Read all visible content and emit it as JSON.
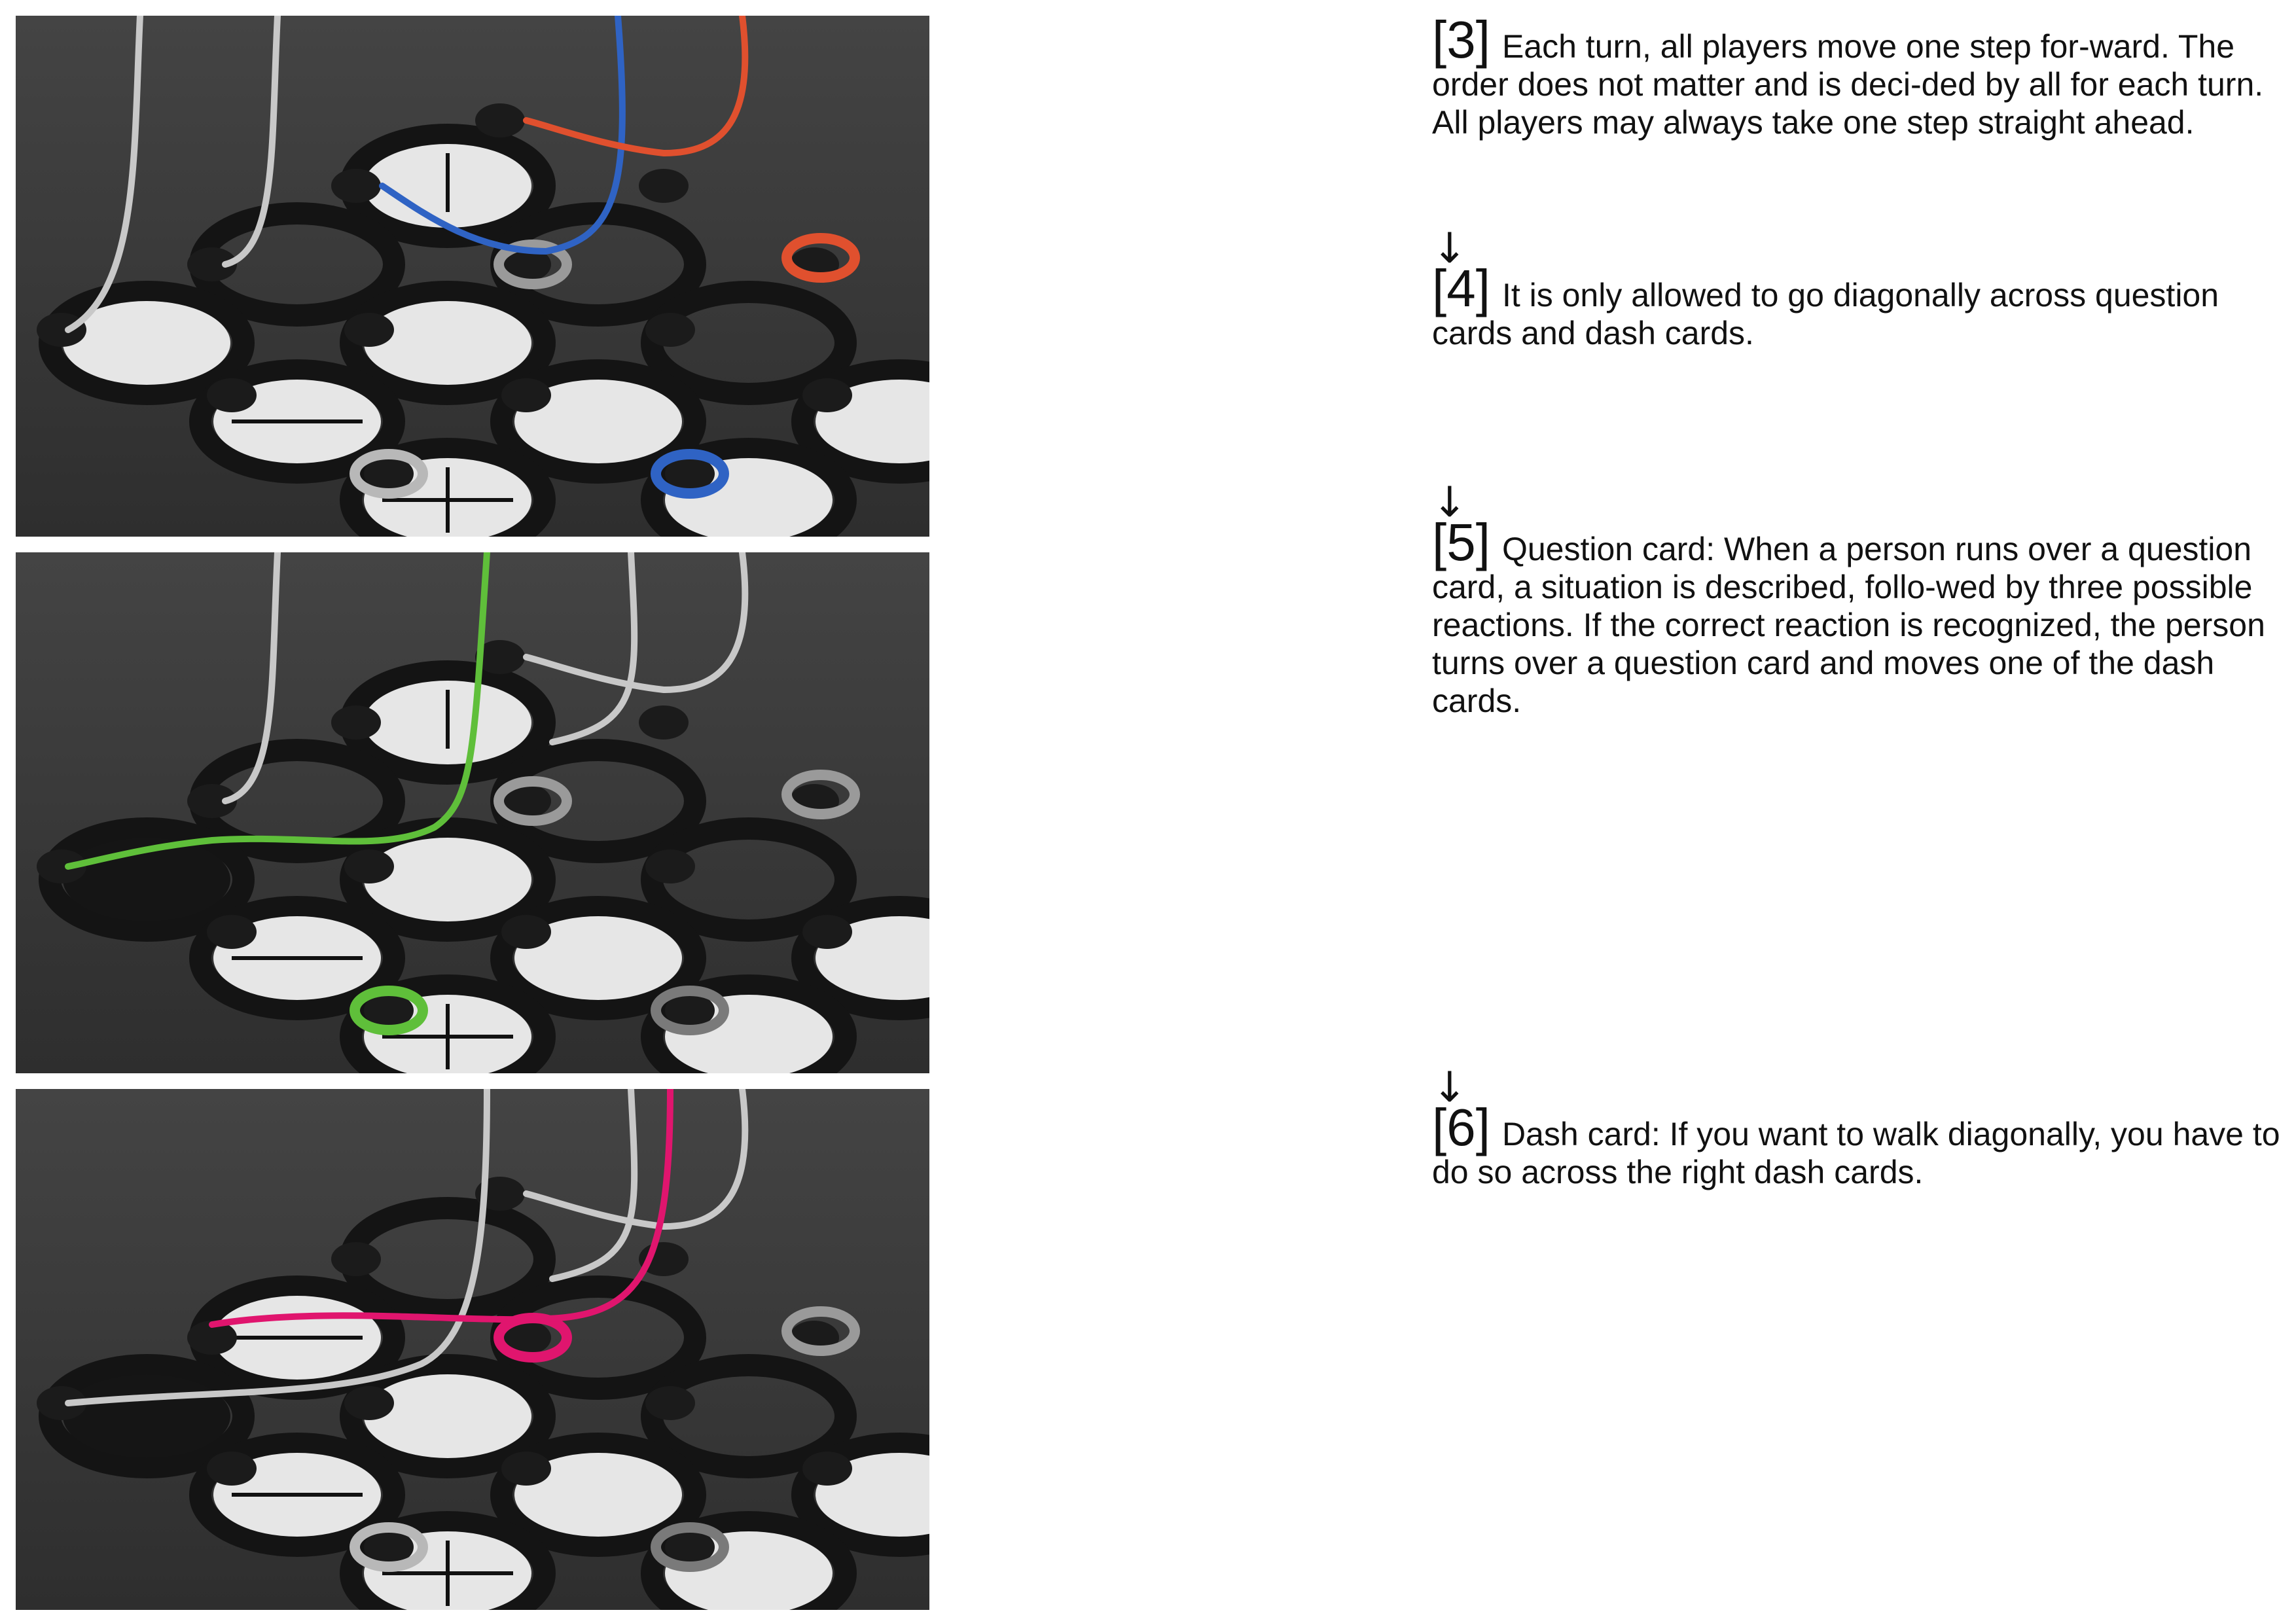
{
  "panels": [
    {
      "accent_colors": [
        "#e0502e",
        "#2f63c4",
        "#c8c8c8"
      ]
    },
    {
      "accent_colors": [
        "#5fbf3a",
        "#c8c8c8"
      ]
    },
    {
      "accent_colors": [
        "#e0156e",
        "#c8c8c8"
      ]
    }
  ],
  "steps": [
    {
      "arrow": "",
      "number": "[3]",
      "text": "Each turn, all players move one step for-ward. The order does not matter and is deci-ded by all for each turn. All players may always take one step straight ahead."
    },
    {
      "arrow": "↓",
      "number": "[4]",
      "text": "It is only allowed to go diagonally across question cards and dash cards."
    },
    {
      "arrow": "↓",
      "number": "[5]",
      "text": "Question card: When a person runs over a question card, a situation is described, follo-wed by three possible reactions. If the correct reaction is recognized, the person turns over a question card and moves one of the dash cards."
    },
    {
      "arrow": "↓",
      "number": "[6]",
      "text": "Dash card: If you want to walk diagonally, you have to do so across the right dash cards."
    }
  ]
}
